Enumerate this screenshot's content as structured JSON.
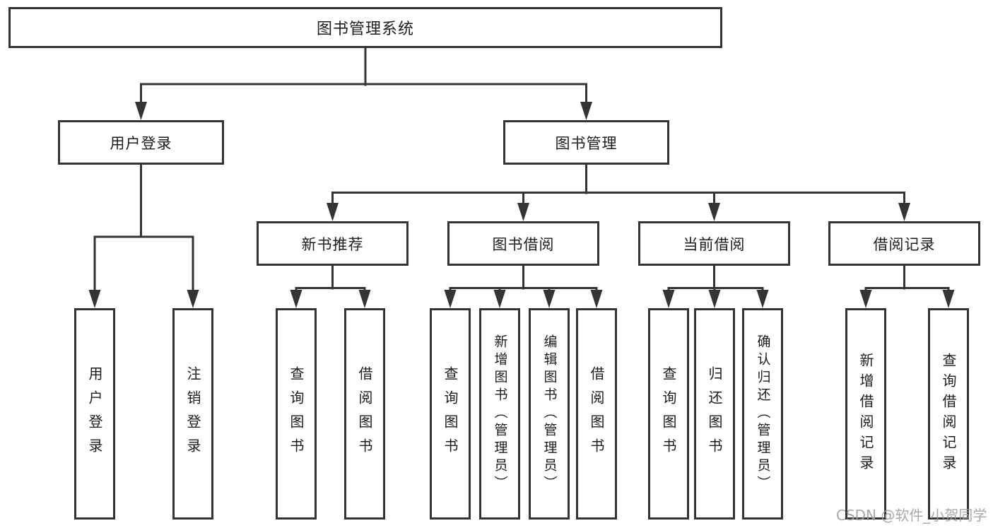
{
  "diagram_title": "图书管理系统",
  "tree": {
    "label": "图书管理系统",
    "children": [
      {
        "label": "用户登录",
        "children": [
          {
            "label": "用户登录"
          },
          {
            "label": "注销登录"
          }
        ]
      },
      {
        "label": "图书管理",
        "children": [
          {
            "label": "新书推荐",
            "children": [
              {
                "label": "查询图书"
              },
              {
                "label": "借阅图书"
              }
            ]
          },
          {
            "label": "图书借阅",
            "children": [
              {
                "label": "查询图书"
              },
              {
                "label": "新增图书（管理员）"
              },
              {
                "label": "编辑图书（管理员）"
              },
              {
                "label": "借阅图书"
              }
            ]
          },
          {
            "label": "当前借阅",
            "children": [
              {
                "label": "查询图书"
              },
              {
                "label": "归还图书"
              },
              {
                "label": "确认归还（管理员）"
              }
            ]
          },
          {
            "label": "借阅记录",
            "children": [
              {
                "label": "新增借阅记录"
              },
              {
                "label": "查询借阅记录"
              }
            ]
          }
        ]
      }
    ]
  },
  "watermark": "CSDN @软件_小贺同学",
  "colors": {
    "line": "#343434",
    "box_border": "#343434",
    "box_fill": "#ffffff",
    "text": "#1c1c1c",
    "watermark": "#9e9e9e",
    "background": "#ffffff"
  }
}
